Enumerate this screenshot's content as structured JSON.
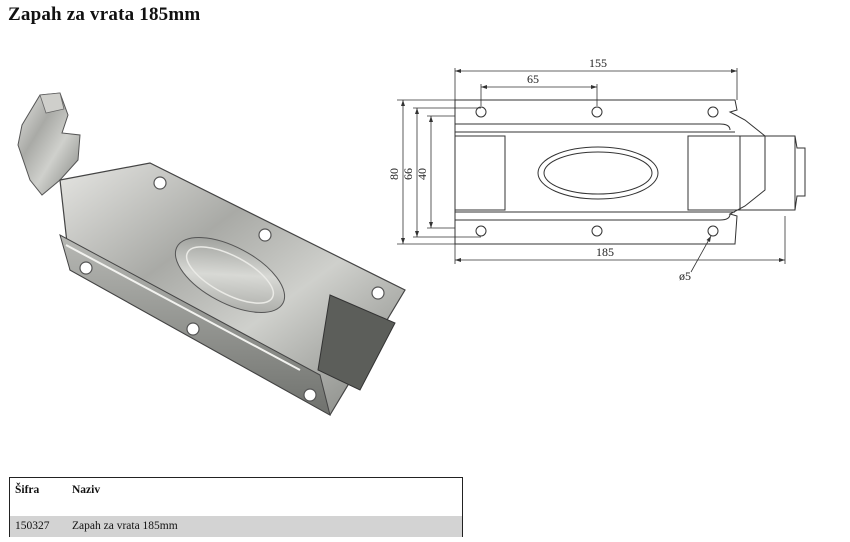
{
  "title": "Zapah za vrata 185mm",
  "drawing": {
    "dim_top_outer": "155",
    "dim_top_inner": "65",
    "dim_left_outer": "80",
    "dim_left_mid": "66",
    "dim_left_inner": "40",
    "dim_bottom": "185",
    "hole_label": "ø5"
  },
  "table": {
    "headers": [
      "Šifra",
      "Naziv"
    ],
    "rows": [
      {
        "code": "150327",
        "name": "Zapah za vrata 185mm"
      }
    ]
  }
}
